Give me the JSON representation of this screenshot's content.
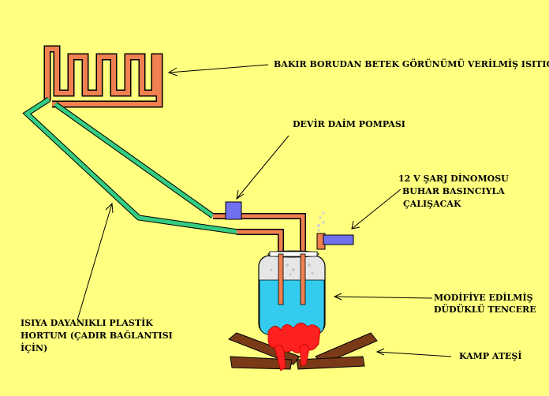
{
  "labels": {
    "heater": "BAKIR BORUDAN BETEK GÖRÜNÜMÜ VERİLMİŞ ISITICI",
    "pump": "DEVİR DAİM POMPASI",
    "dynamo_line1": "12 V ŞARJ DİNOMOSU",
    "dynamo_line2": "BUHAR BASINCIYLA",
    "dynamo_line3": "ÇALIŞACAK",
    "pot_line1": "MODİFİYE EDİLMİŞ",
    "pot_line2": "DÜDÜKLÜ TENCERE",
    "hose_line1": "ISIYA DAYANIKLI PLASTİK",
    "hose_line2": "HORTUM (ÇADIR BAĞLANTISI",
    "hose_line3": "İÇİN)",
    "fire": "KAMP ATEŞİ"
  },
  "colors": {
    "background": "#FFFF80",
    "copper_pipe": "#F08050",
    "hose": "#33CC80",
    "pump": "#7070F0",
    "water": "#33CCEE",
    "flame": "#FF2020",
    "log": "#7A3A18"
  }
}
